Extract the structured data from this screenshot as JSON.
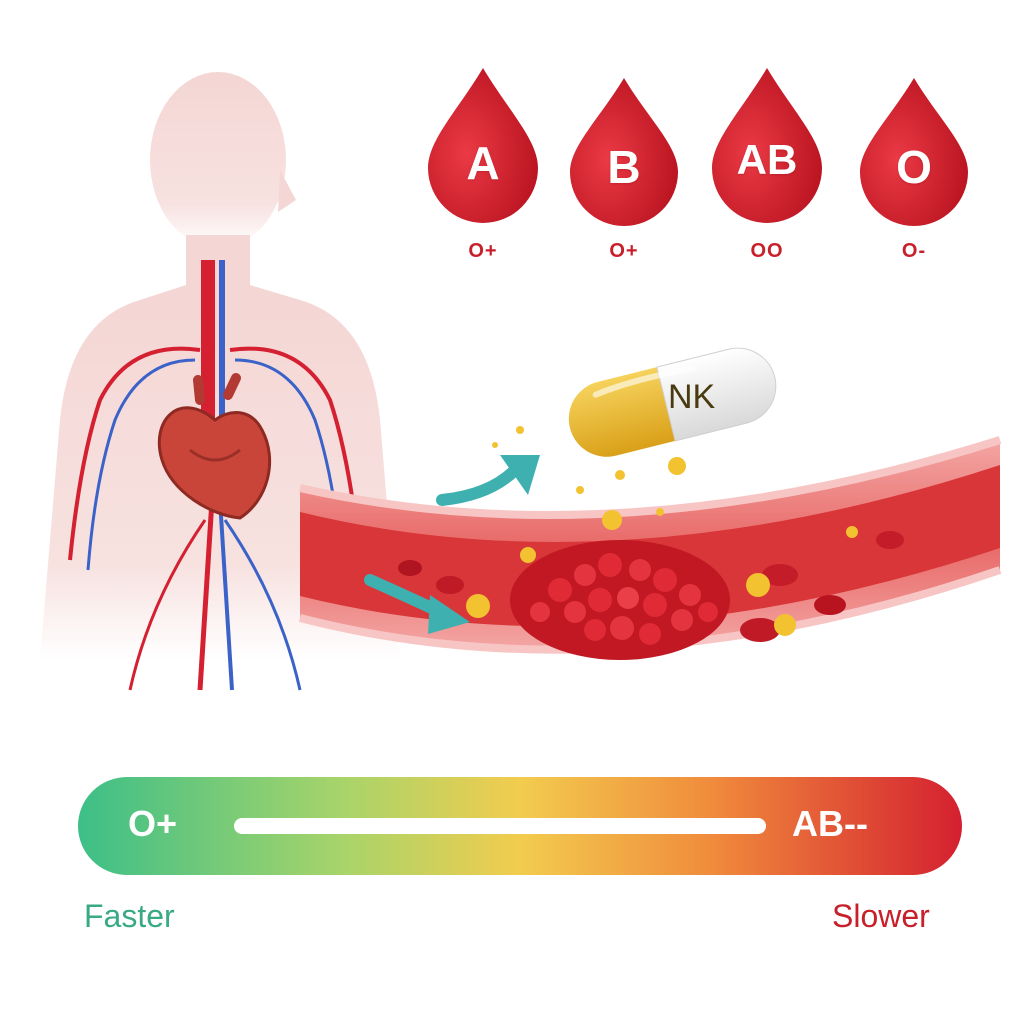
{
  "blood_types": [
    {
      "label": "A",
      "sub": "O+"
    },
    {
      "label": "B",
      "sub": "O+"
    },
    {
      "label": "AB",
      "sub": "OO"
    },
    {
      "label": "O",
      "sub": "O-"
    }
  ],
  "capsule": {
    "label": "NK"
  },
  "scale": {
    "left_label": "O+",
    "right_label": "AB--",
    "left_caption": "Faster",
    "right_caption": "Slower"
  },
  "colors": {
    "blood_red": "#d42030",
    "gradient": [
      "#3dbf88",
      "#a8d46a",
      "#f2cc4e",
      "#f08a3c",
      "#d42030"
    ],
    "faster": "#3aaa86",
    "slower": "#c8202b",
    "arrow": "#3fb0b0",
    "capsule_yellow": "#e8b020"
  },
  "icons": [
    "human-body-icon",
    "heart-icon",
    "blood-drop-icon",
    "capsule-icon",
    "arrow-icon",
    "blood-vessel-icon",
    "clot-icon"
  ]
}
